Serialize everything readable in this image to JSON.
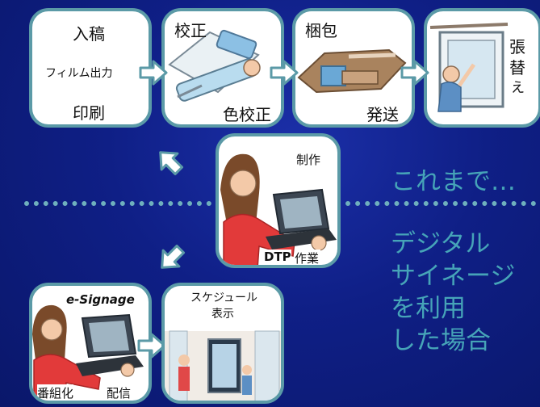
{
  "top_flow": {
    "box1": {
      "line1": "入稿",
      "line2": "フィルム出力",
      "line3": "印刷"
    },
    "box2": {
      "title": "校正",
      "subtitle": "色校正"
    },
    "box3": {
      "title": "梱包",
      "subtitle": "発送"
    },
    "box4": {
      "vertical_label": [
        "張",
        "替",
        "え"
      ]
    }
  },
  "center_box": {
    "label_top": "制作",
    "label_bottom_bold": "DTP",
    "label_bottom": "作業"
  },
  "bottom_flow": {
    "box1": {
      "brand": "e-Signage",
      "label_left": "番組化",
      "label_right": "配信"
    },
    "box2": {
      "line1": "スケジュール",
      "line2": "表示"
    }
  },
  "captions": {
    "upper": "これまで…",
    "lower": [
      "デジタル",
      "サイネージ",
      "を利用",
      "した場合"
    ]
  },
  "colors": {
    "background": "#0f1f86",
    "box_border": "#5b9aa7",
    "caption": "#46a4b8",
    "arrow_fill": "#ffffff"
  }
}
